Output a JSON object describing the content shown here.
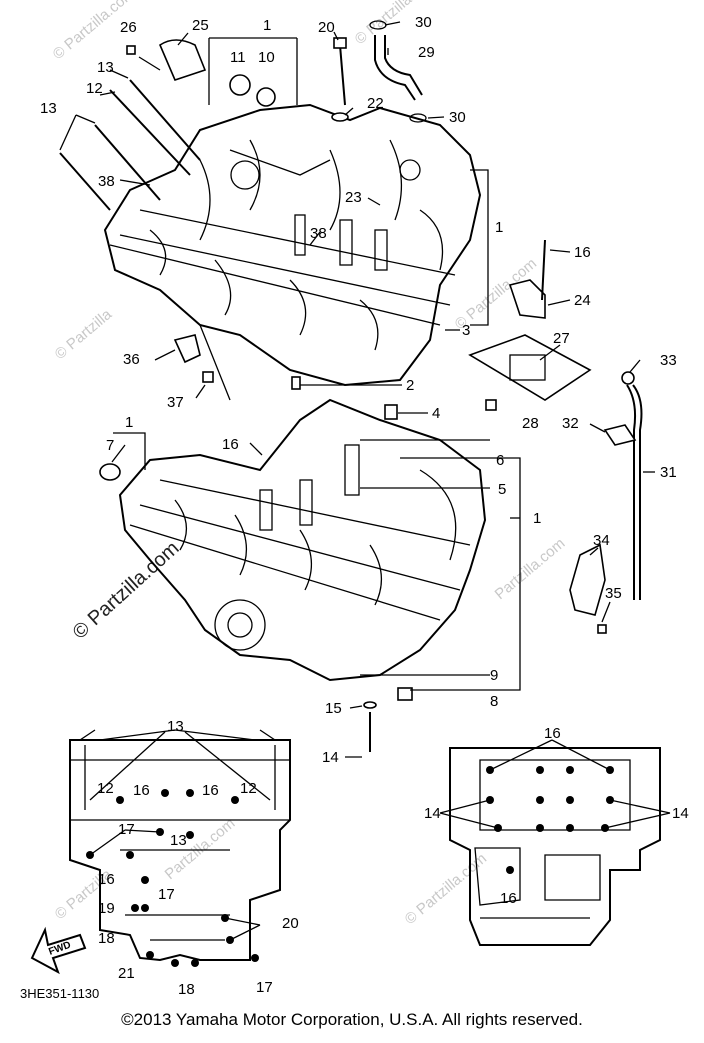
{
  "watermark": "© Partzilla.com",
  "watermark_short": "© Partzilla",
  "watermark_center": "Partzilla.com",
  "diagram_code": "3HE351-1130",
  "fwd_label": "FWD",
  "copyright": "©2013  Yamaha Motor Corporation, U.S.A. All rights reserved.",
  "callouts": {
    "c1": "1",
    "c2": "2",
    "c3": "3",
    "c4": "4",
    "c5": "5",
    "c6": "6",
    "c7": "7",
    "c8": "8",
    "c9": "9",
    "c10": "10",
    "c11": "11",
    "c12": "12",
    "c13": "13",
    "c14": "14",
    "c15": "15",
    "c16": "16",
    "c17": "17",
    "c18": "18",
    "c19": "19",
    "c20": "20",
    "c21": "21",
    "c22": "22",
    "c23": "23",
    "c24": "24",
    "c25": "25",
    "c26": "26",
    "c27": "27",
    "c28": "28",
    "c29": "29",
    "c30": "30",
    "c31": "31",
    "c32": "32",
    "c33": "33",
    "c34": "34",
    "c35": "35",
    "c36": "36",
    "c37": "37",
    "c38": "38"
  }
}
